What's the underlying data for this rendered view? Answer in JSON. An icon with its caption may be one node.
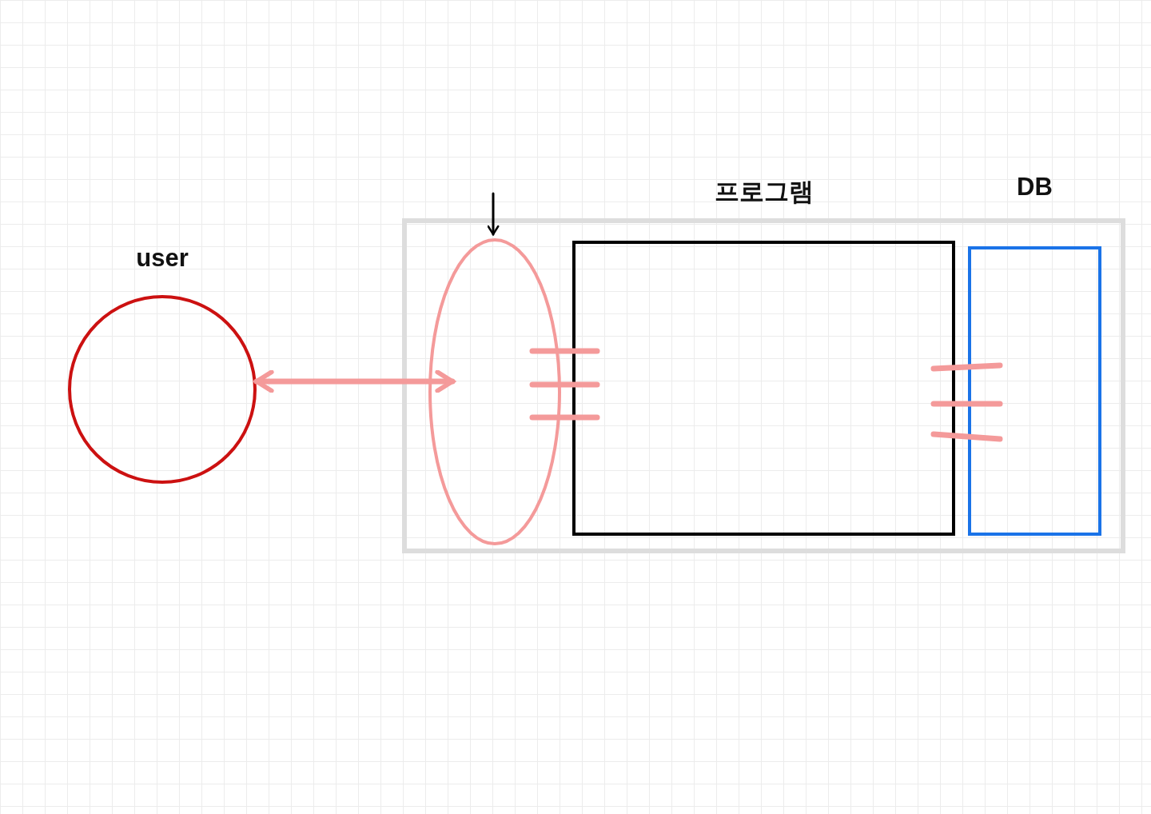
{
  "diagram": {
    "nodes": [
      {
        "text": [
          "user"
        ]
      },
      {
        "text": [],
        "shape": "box"
      },
      {
        "text": [],
        "shape": "ellipse",
        "in": 1
      },
      {
        "text": [
          "프로그램"
        ],
        "in": 1
      },
      {
        "text": [
          "DB"
        ],
        "in": 1
      }
    ],
    "edges": [
      {
        "from": 0,
        "to": 2,
        "arrow": "both"
      },
      {
        "from": null,
        "to": 2,
        "arrow": "to",
        "color": "#000000"
      },
      {
        "from": 2,
        "to": 3,
        "arrow": "none"
      },
      {
        "from": 2,
        "to": 3,
        "arrow": "none"
      },
      {
        "from": 2,
        "to": 3,
        "arrow": "none"
      },
      {
        "from": 3,
        "to": 4,
        "arrow": "none"
      },
      {
        "from": 3,
        "to": 4,
        "arrow": "none"
      },
      {
        "from": 3,
        "to": 4,
        "arrow": "none"
      }
    ]
  }
}
